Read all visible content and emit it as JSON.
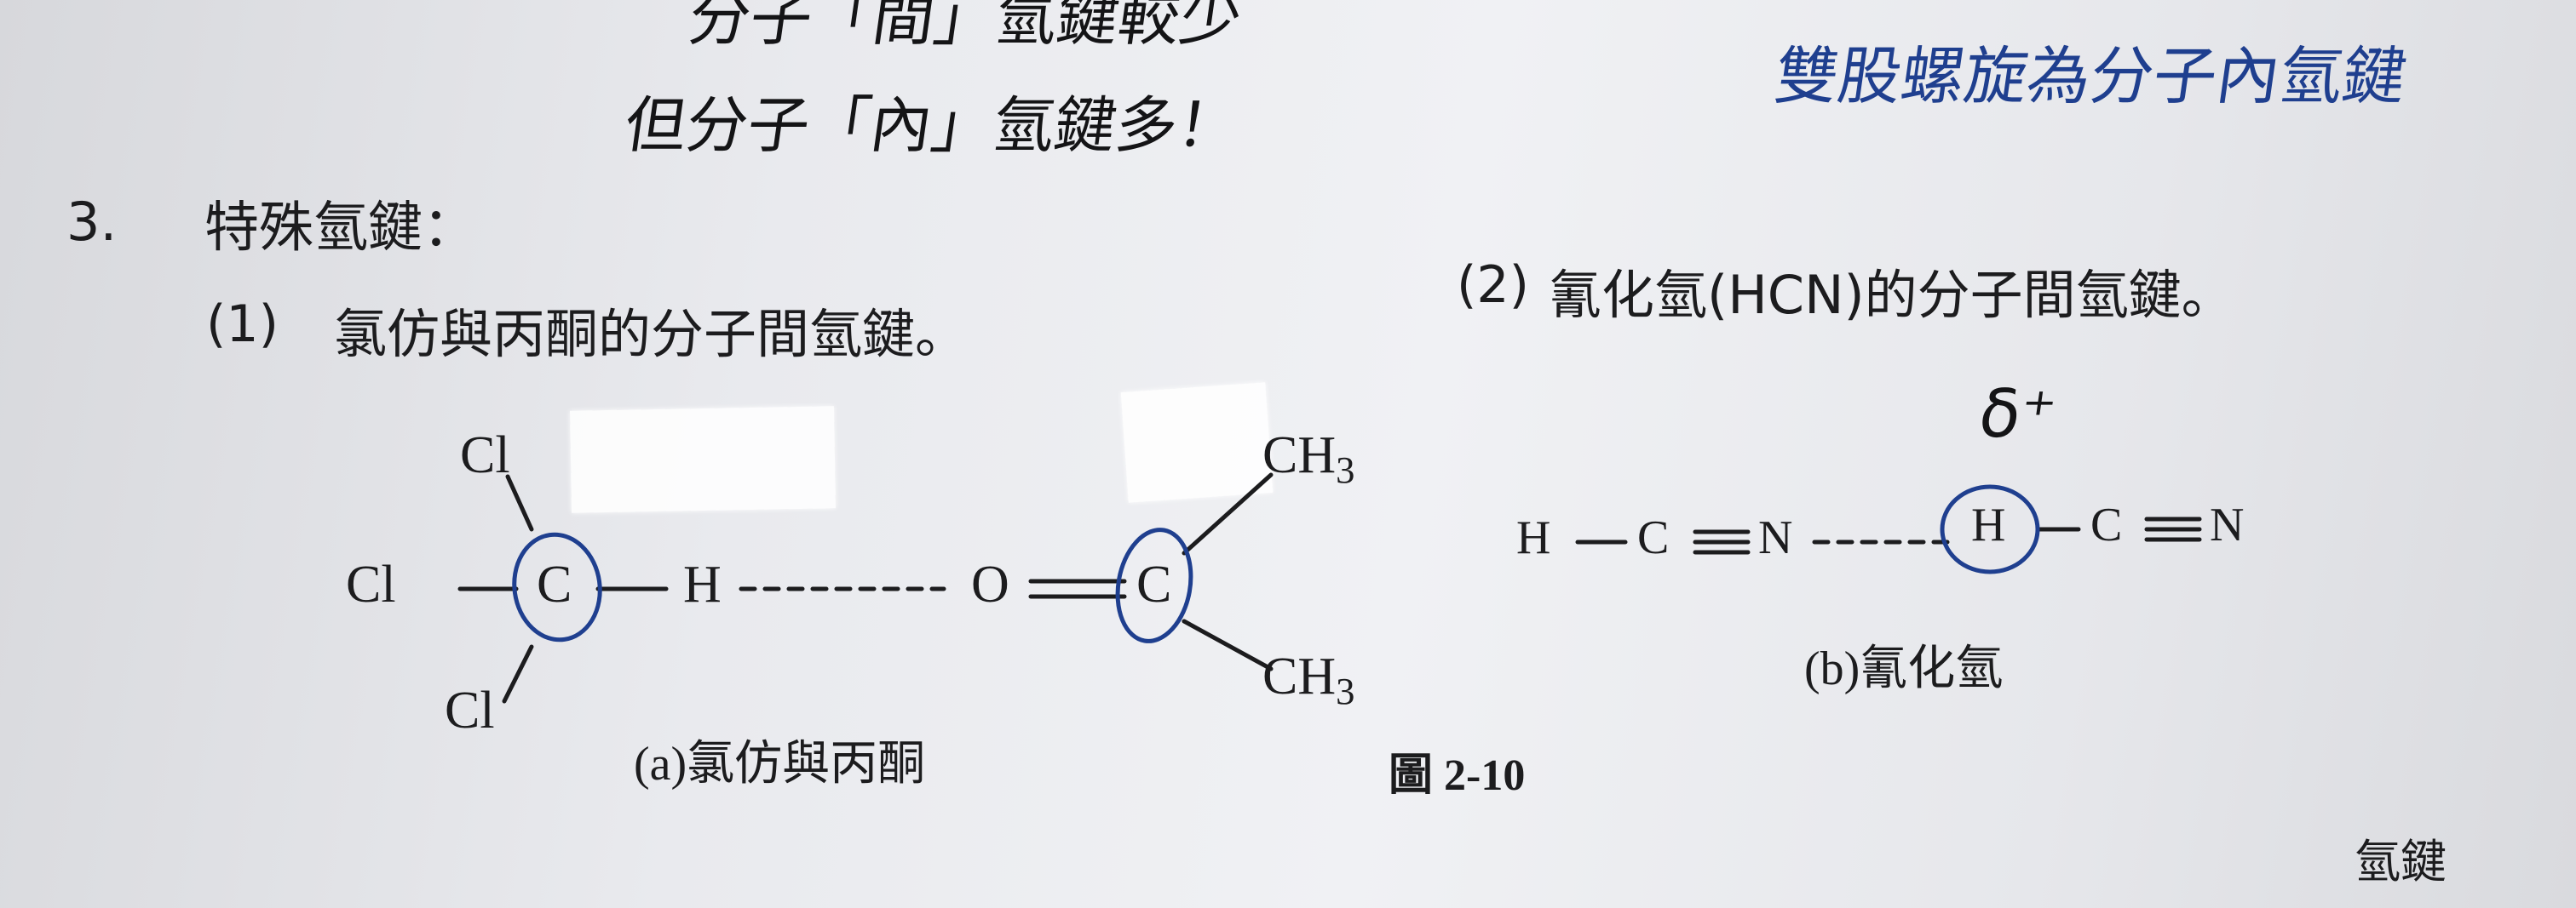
{
  "handwriting": {
    "top_line_fragment": "分子「間」氫鍵較少",
    "middle_note": "但分子「內」氫鍵多！",
    "right_note": "雙股螺旋為分子內氫鍵",
    "delta_plus": "δ⁺"
  },
  "section": {
    "number": "3.",
    "title": "特殊氫鍵："
  },
  "items": [
    {
      "label": "(1)",
      "text": "氯仿與丙酮的分子間氫鍵。"
    },
    {
      "label": "(2)",
      "text": "氰化氫(HCN)的分子間氫鍵。"
    }
  ],
  "figure_a": {
    "atoms": {
      "cl_top": "Cl",
      "cl_left": "Cl",
      "cl_bottom": "Cl",
      "c_center": "C",
      "h": "H",
      "o": "O",
      "c_ketone": "C",
      "ch3": "CH",
      "sub3": "3"
    },
    "caption": "(a)氯仿與丙酮"
  },
  "figure_b": {
    "chain": [
      "H",
      "C",
      "N",
      "H",
      "C",
      "N"
    ],
    "caption": "(b)氰化氫"
  },
  "figure_label": "圖 2-10",
  "footer_label": "氫鍵",
  "colors": {
    "ink": "#1c1c1e",
    "pen_blue": "#1f3f8f"
  }
}
